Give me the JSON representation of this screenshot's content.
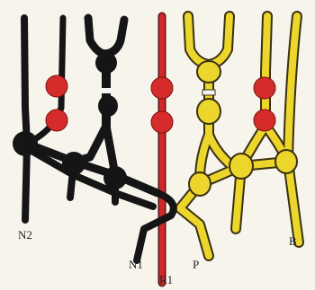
{
  "labels": {
    "n2": "N2",
    "n1": "N1",
    "r1": "R1",
    "p": "P",
    "b": "B"
  },
  "colors": {
    "background": "#f7f4ec",
    "black_cords": "#151515",
    "red_cord": "#cf2a2a",
    "red_beads": "#d62b2b",
    "yellow_cords": "#ecd62c",
    "yellow_outline": "#3a3012",
    "knot_highlight": "#f5f5f5"
  }
}
